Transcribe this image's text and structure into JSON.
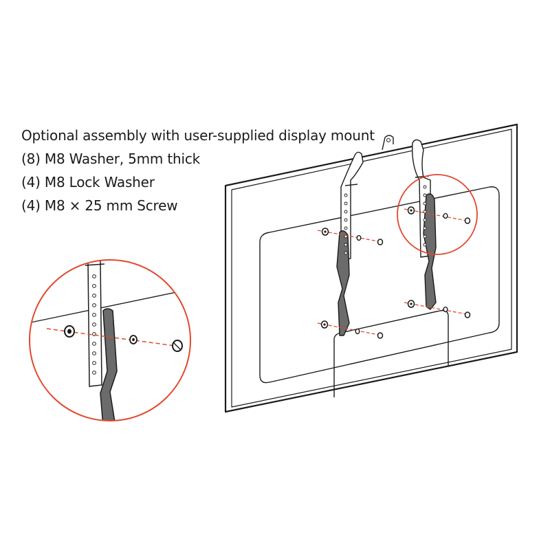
{
  "caption": {
    "title": "Optional assembly with user-supplied display mount",
    "items": [
      "(8) M8 Washer, 5mm thick",
      "(4) M8 Lock Washer",
      "(4) M8 × 25 mm Screw"
    ]
  },
  "colors": {
    "line": "#1a1a1a",
    "accent": "#e2472c",
    "bracket_fill": "#6b6b6b",
    "background": "#ffffff"
  },
  "icons": {
    "detail_callout": "magnifier-circle-icon",
    "screw": "screw-icon",
    "washer": "washer-icon",
    "lock_washer": "lock-washer-icon"
  }
}
